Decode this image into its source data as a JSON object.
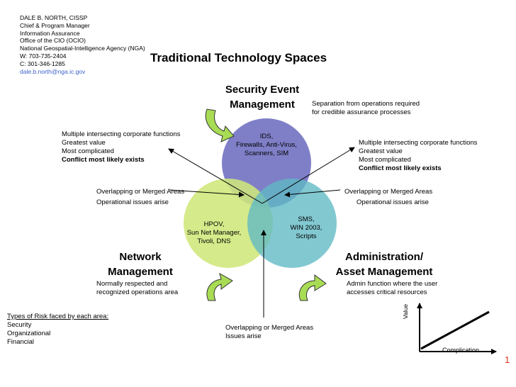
{
  "contact": {
    "name": "DALE B. NORTH, CISSP",
    "role": "Chief  & Program Manager",
    "dept": "Information Assurance",
    "office": "Office of the CIO (OCIO)",
    "agency": "National Geospatial-Intelligence Agency (NGA)",
    "work_phone": "W: 703-735-2404",
    "cell_phone": "C: 301-346-1285",
    "email": "dale.b.north@nga.ic.gov"
  },
  "title": "Traditional Technology Spaces",
  "security": {
    "heading_line1": "Security Event",
    "heading_line2": "Management",
    "note_line1": "Separation from operations required",
    "note_line2": "for credible assurance processes",
    "circle_line1": "IDS,",
    "circle_line2": "Firewalls, Anti-Virus,",
    "circle_line3": "Scanners, SIM",
    "color": "#7f7fc8"
  },
  "network": {
    "heading_line1": "Network",
    "heading_line2": "Management",
    "note_line1": "Normally respected and",
    "note_line2": "recognized operations area",
    "circle_line1": "HPOV,",
    "circle_line2": "Sun Net Manager,",
    "circle_line3": "Tivoli, DNS",
    "color": "#cfe77a"
  },
  "admin": {
    "heading_line1": "Administration/",
    "heading_line2": "Asset Management",
    "note_line1": "Admin function where the user",
    "note_line2": "accesses critical resources",
    "circle_line1": "SMS,",
    "circle_line2": "WIN 2003,",
    "circle_line3": "Scripts",
    "color": "#5fb8c4"
  },
  "left_callout": {
    "line1": "Multiple intersecting corporate functions",
    "line2": "Greatest value",
    "line3": "Most complicated",
    "line4": "Conflict most likely exists"
  },
  "right_callout": {
    "line1": "Multiple intersecting corporate functions",
    "line2": "Greatest value",
    "line3": "Most complicated",
    "line4": "Conflict most likely exists"
  },
  "overlap_left": {
    "line1": "Overlapping or Merged Areas",
    "line2": "Operational issues arise"
  },
  "overlap_right": {
    "line1": "Overlapping or Merged Areas",
    "line2": "Operational issues arise"
  },
  "overlap_bottom": {
    "line1": "Overlapping or Merged Areas",
    "line2": "Issues arise"
  },
  "risk": {
    "header": "Types of Risk faced by each area:",
    "items": [
      "Security",
      "Organizational",
      "Financial"
    ]
  },
  "graph": {
    "ylabel": "Value",
    "xlabel": "Complication"
  },
  "page_number": "1",
  "colors": {
    "arrow_fill": "#a8dc55",
    "email": "#3a5fcd",
    "page_number": "#e03020"
  }
}
